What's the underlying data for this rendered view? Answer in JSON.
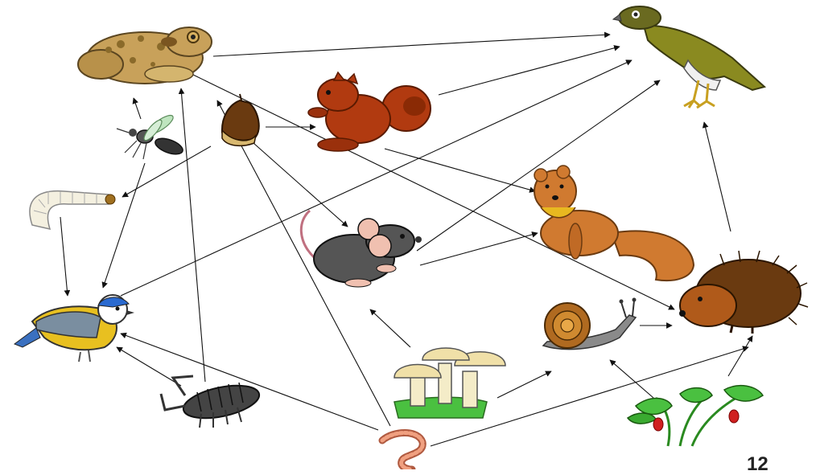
{
  "page_number": "12",
  "organisms": [
    {
      "id": "toad",
      "icon": "toad-icon"
    },
    {
      "id": "hawk",
      "icon": "hawk-icon"
    },
    {
      "id": "squirrel",
      "icon": "squirrel-icon"
    },
    {
      "id": "chestnut",
      "icon": "chestnut-icon"
    },
    {
      "id": "mosquito",
      "icon": "mosquito-icon"
    },
    {
      "id": "grub",
      "icon": "grub-icon"
    },
    {
      "id": "mouse",
      "icon": "mouse-icon"
    },
    {
      "id": "marten",
      "icon": "marten-icon"
    },
    {
      "id": "bluetit",
      "icon": "bluetit-icon"
    },
    {
      "id": "hedgehog",
      "icon": "hedgehog-icon"
    },
    {
      "id": "snail",
      "icon": "snail-icon"
    },
    {
      "id": "mushrooms",
      "icon": "mushrooms-icon"
    },
    {
      "id": "woodlouse",
      "icon": "woodlouse-icon"
    },
    {
      "id": "earthworm",
      "icon": "earthworm-icon"
    },
    {
      "id": "strawberry",
      "icon": "strawberry-plant-icon"
    }
  ],
  "links": [
    {
      "from": "toad",
      "to": "hawk"
    },
    {
      "from": "squirrel",
      "to": "hawk"
    },
    {
      "from": "mouse",
      "to": "hawk"
    },
    {
      "from": "bluetit",
      "to": "hawk"
    },
    {
      "from": "hedgehog",
      "to": "hawk"
    },
    {
      "from": "chestnut",
      "to": "squirrel"
    },
    {
      "from": "chestnut",
      "to": "mouse"
    },
    {
      "from": "chestnut",
      "to": "grub"
    },
    {
      "from": "mosquito",
      "to": "toad"
    },
    {
      "from": "mosquito",
      "to": "bluetit"
    },
    {
      "from": "grub",
      "to": "bluetit"
    },
    {
      "from": "woodlouse",
      "to": "toad"
    },
    {
      "from": "woodlouse",
      "to": "bluetit"
    },
    {
      "from": "earthworm",
      "to": "toad"
    },
    {
      "from": "earthworm",
      "to": "bluetit"
    },
    {
      "from": "earthworm",
      "to": "hedgehog"
    },
    {
      "from": "squirrel",
      "to": "marten"
    },
    {
      "from": "mouse",
      "to": "marten"
    },
    {
      "from": "toad",
      "to": "hedgehog"
    },
    {
      "from": "snail",
      "to": "hedgehog"
    },
    {
      "from": "mushrooms",
      "to": "mouse"
    },
    {
      "from": "mushrooms",
      "to": "snail"
    },
    {
      "from": "strawberry",
      "to": "snail"
    },
    {
      "from": "strawberry",
      "to": "hedgehog"
    }
  ]
}
